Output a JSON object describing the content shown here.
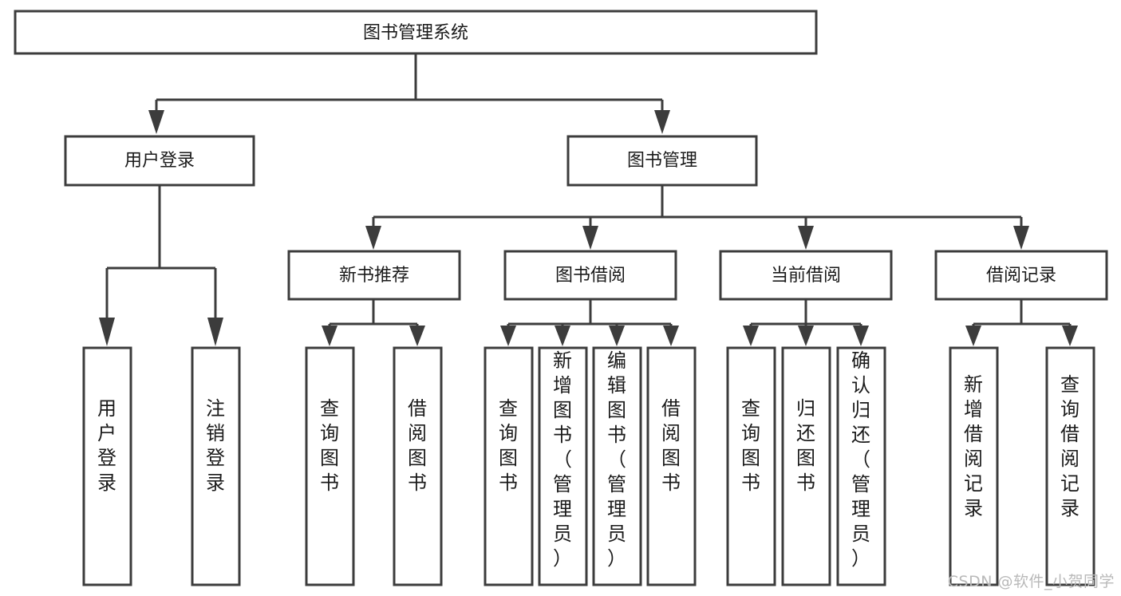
{
  "diagram": {
    "type": "tree-hierarchy-chart",
    "title": "图书管理系统",
    "colors": {
      "stroke": "#3c3c3c",
      "fill": "#ffffff",
      "text": "#1a1a1a",
      "watermark": "#b9b9b9",
      "background": "#ffffff"
    },
    "levels": {
      "root": {
        "label": "图书管理系统"
      },
      "level2": [
        {
          "label": "用户登录"
        },
        {
          "label": "图书管理"
        }
      ],
      "level3": [
        {
          "label": "新书推荐"
        },
        {
          "label": "图书借阅"
        },
        {
          "label": "当前借阅"
        },
        {
          "label": "借阅记录"
        }
      ],
      "leaves": {
        "user_login": [
          {
            "label": "用户登录"
          },
          {
            "label": "注销登录"
          }
        ],
        "new_book_recommend": [
          {
            "label": "查询图书"
          },
          {
            "label": "借阅图书"
          }
        ],
        "book_borrow": [
          {
            "label": "查询图书"
          },
          {
            "label": "新增图书（管理员）"
          },
          {
            "label": "编辑图书（管理员）"
          },
          {
            "label": "借阅图书"
          }
        ],
        "current_borrow": [
          {
            "label": "查询图书"
          },
          {
            "label": "归还图书"
          },
          {
            "label": "确认归还（管理员）"
          }
        ],
        "borrow_records": [
          {
            "label": "新增借阅记录"
          },
          {
            "label": "查询借阅记录"
          }
        ]
      }
    }
  },
  "watermark": {
    "text": "CSDN @软件_小贺同学"
  }
}
